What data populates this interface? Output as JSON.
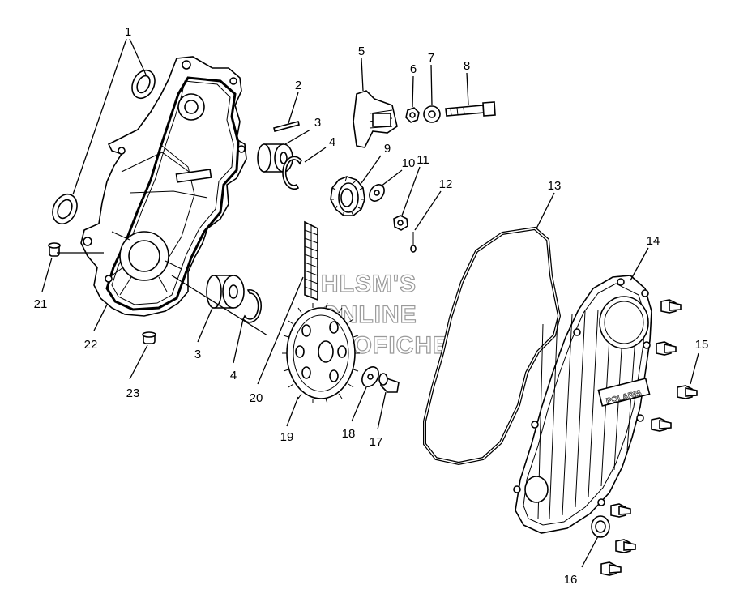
{
  "watermark": {
    "line1": "HLSM'S",
    "line2": "ONLINE",
    "line3": "MICROFICHE"
  },
  "brand_label": "POLARIS",
  "callouts": {
    "c1": "1",
    "c2": "2",
    "c3a": "3",
    "c3b": "3",
    "c4a": "4",
    "c4b": "4",
    "c5": "5",
    "c6": "6",
    "c7": "7",
    "c8": "8",
    "c9": "9",
    "c10": "10",
    "c11": "11",
    "c12": "12",
    "c13": "13",
    "c14": "14",
    "c15": "15",
    "c16": "16",
    "c17": "17",
    "c18": "18",
    "c19": "19",
    "c20": "20",
    "c21": "21",
    "c22": "22",
    "c23": "23"
  }
}
